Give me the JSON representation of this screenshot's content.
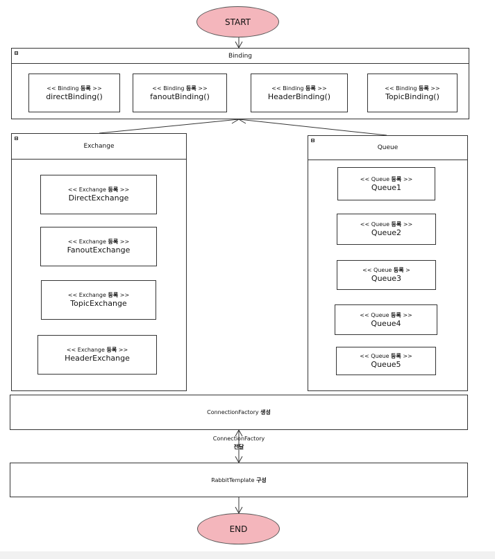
{
  "start_label": "START",
  "end_label": "END",
  "binding": {
    "title": "Binding",
    "items": [
      {
        "stereo": "<< Binding",
        "stereo_bold": "등록",
        "stereo_tail": ">>",
        "name": "directBinding()"
      },
      {
        "stereo": "<< Binding",
        "stereo_bold": "등록",
        "stereo_tail": ">>",
        "name": "fanoutBinding()"
      },
      {
        "stereo": "<< Binding",
        "stereo_bold": "등록",
        "stereo_tail": ">>",
        "name": "HeaderBinding()"
      },
      {
        "stereo": "<< Binding",
        "stereo_bold": "등록",
        "stereo_tail": ">>",
        "name": "TopicBinding()"
      }
    ]
  },
  "exchange": {
    "title": "Exchange",
    "items": [
      {
        "stereo": "<< Exchange",
        "stereo_bold": "등록",
        "stereo_tail": ">>",
        "name": "DirectExchange"
      },
      {
        "stereo": "<< Exchange",
        "stereo_bold": "등록",
        "stereo_tail": ">>",
        "name": "FanoutExchange"
      },
      {
        "stereo": "<< Exchange",
        "stereo_bold": "등록",
        "stereo_tail": ">>",
        "name": "TopicExchange"
      },
      {
        "stereo": "<< Exchange",
        "stereo_bold": "등록",
        "stereo_tail": ">>",
        "name": "HeaderExchange"
      }
    ]
  },
  "queue": {
    "title": "Queue",
    "items": [
      {
        "stereo": "<< Queue",
        "stereo_bold": "등록",
        "stereo_tail": ">>",
        "name": "Queue1"
      },
      {
        "stereo": "<< Queue",
        "stereo_bold": "등록",
        "stereo_tail": ">>",
        "name": "Queue2"
      },
      {
        "stereo": "<< Queue",
        "stereo_bold": "등록",
        "stereo_tail": ">",
        "name": "Queue3"
      },
      {
        "stereo": "<< Queue",
        "stereo_bold": "등록",
        "stereo_tail": ">>",
        "name": "Queue4"
      },
      {
        "stereo": "<< Queue",
        "stereo_bold": "등록",
        "stereo_tail": ">>",
        "name": "Queue5"
      }
    ]
  },
  "connection_factory": {
    "label": "ConnectionFactory",
    "label_bold": "생성"
  },
  "transfer": {
    "label": "ConnectionFactory",
    "label_bold": "전달"
  },
  "rabbit_template": {
    "label": "RabbitTemplate",
    "label_bold": "구성"
  },
  "colors": {
    "terminal_fill": "#f4b6bc",
    "stroke": "#333333"
  }
}
